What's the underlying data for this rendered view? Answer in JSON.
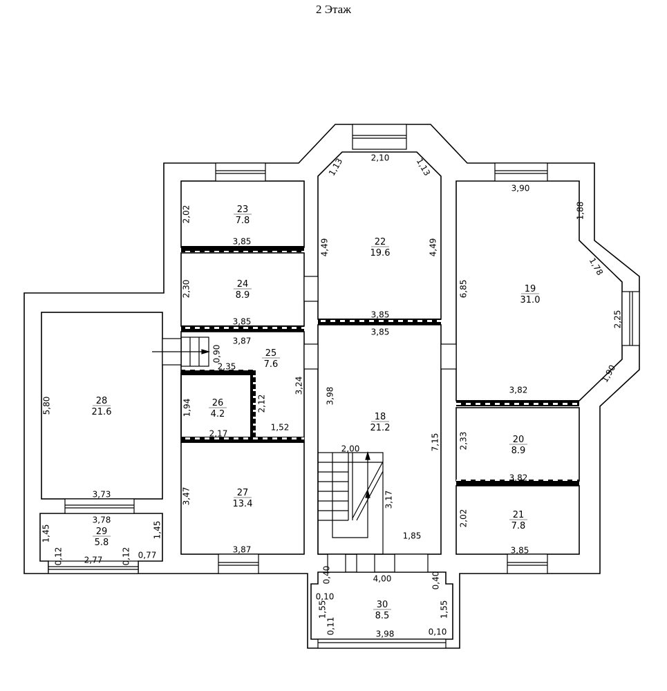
{
  "title": "2 Этаж",
  "rooms": [
    {
      "number": "23",
      "area": "7.8"
    },
    {
      "number": "24",
      "area": "8.9"
    },
    {
      "number": "25",
      "area": "7.6"
    },
    {
      "number": "26",
      "area": "4.2"
    },
    {
      "number": "27",
      "area": "13.4"
    },
    {
      "number": "28",
      "area": "21.6"
    },
    {
      "number": "29",
      "area": "5.8"
    },
    {
      "number": "22",
      "area": "19.6"
    },
    {
      "number": "18",
      "area": "21.2"
    },
    {
      "number": "30",
      "area": "8.5"
    },
    {
      "number": "19",
      "area": "31.0"
    },
    {
      "number": "20",
      "area": "8.9"
    },
    {
      "number": "21",
      "area": "7.8"
    }
  ],
  "dims": [
    "2,02",
    "3,85",
    "2,30",
    "3,85",
    "3,87",
    "0,90",
    "2,35",
    "3,24",
    "2,12",
    "1,52",
    "1,94",
    "2,17",
    "3,47",
    "3,87",
    "5,80",
    "3,73",
    "3,78",
    "1,45",
    "0,12",
    "2,77",
    "0,12",
    "0,77",
    "1,45",
    "2,10",
    "1,13",
    "1,13",
    "4,49",
    "4,49",
    "3,85",
    "3,85",
    "3,98",
    "7,15",
    "2,00",
    "3,17",
    "1,85",
    "4,00",
    "0,40",
    "0,10",
    "1,55",
    "0,11",
    "3,98",
    "0,10",
    "1,55",
    "0,40",
    "3,90",
    "1,88",
    "1,78",
    "6,85",
    "2,25",
    "1,90",
    "3,82",
    "2,33",
    "3,82",
    "2,02",
    "3,85"
  ]
}
